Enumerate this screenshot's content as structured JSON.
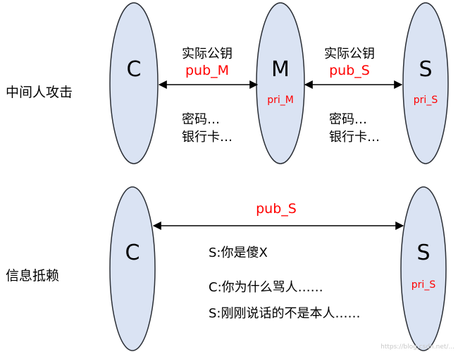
{
  "colors": {
    "ellipse_fill": "#dae3f3",
    "ellipse_stroke": "#2b2f36",
    "red": "#ff0000",
    "black": "#000000",
    "watermark": "#c8c8c8"
  },
  "top": {
    "row_label": "中间人攻击",
    "node_c": "C",
    "node_m": "M",
    "node_s": "S",
    "node_m_key": "pri_M",
    "node_s_key": "pri_S",
    "left_link": {
      "label": "实际公钥",
      "key": "pub_M",
      "note_line1": "密码…",
      "note_line2": "银行卡…"
    },
    "right_link": {
      "label": "实际公钥",
      "key": "pub_S",
      "note_line1": "密码…",
      "note_line2": "银行卡…"
    }
  },
  "bottom": {
    "row_label": "信息抵赖",
    "node_c": "C",
    "node_s": "S",
    "node_s_key": "pri_S",
    "link_key": "pub_S",
    "messages": [
      "S:你是傻X",
      "C:你为什么骂人……",
      "S:刚刚说话的不是本人……"
    ]
  },
  "watermark": "https://blog.csdn.net/..."
}
